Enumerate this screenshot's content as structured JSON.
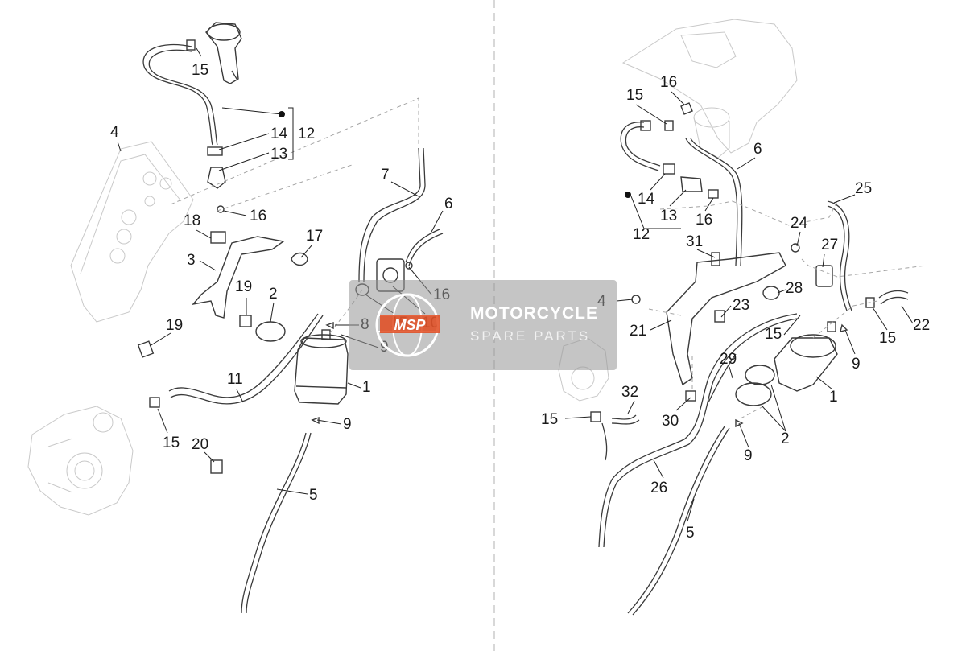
{
  "watermark": {
    "logo_text": "MSP",
    "line1": "MOTORCYCLE",
    "line2": "SPARE PARTS"
  },
  "callouts_left": [
    "15",
    "14",
    "13",
    "12",
    "4",
    "16",
    "18",
    "3",
    "17",
    "7",
    "6",
    "16",
    "15",
    "10",
    "19",
    "2",
    "19",
    "8",
    "9",
    "1",
    "11",
    "15",
    "20",
    "9",
    "5"
  ],
  "callouts_right": [
    "16",
    "15",
    "6",
    "14",
    "13",
    "16",
    "12",
    "25",
    "24",
    "27",
    "31",
    "28",
    "4",
    "23",
    "21",
    "15",
    "22",
    "15",
    "9",
    "29",
    "32",
    "15",
    "30",
    "1",
    "2",
    "9",
    "26",
    "5"
  ],
  "icons": [
    "kit-bullet-icon",
    "kit-bullet-icon"
  ]
}
